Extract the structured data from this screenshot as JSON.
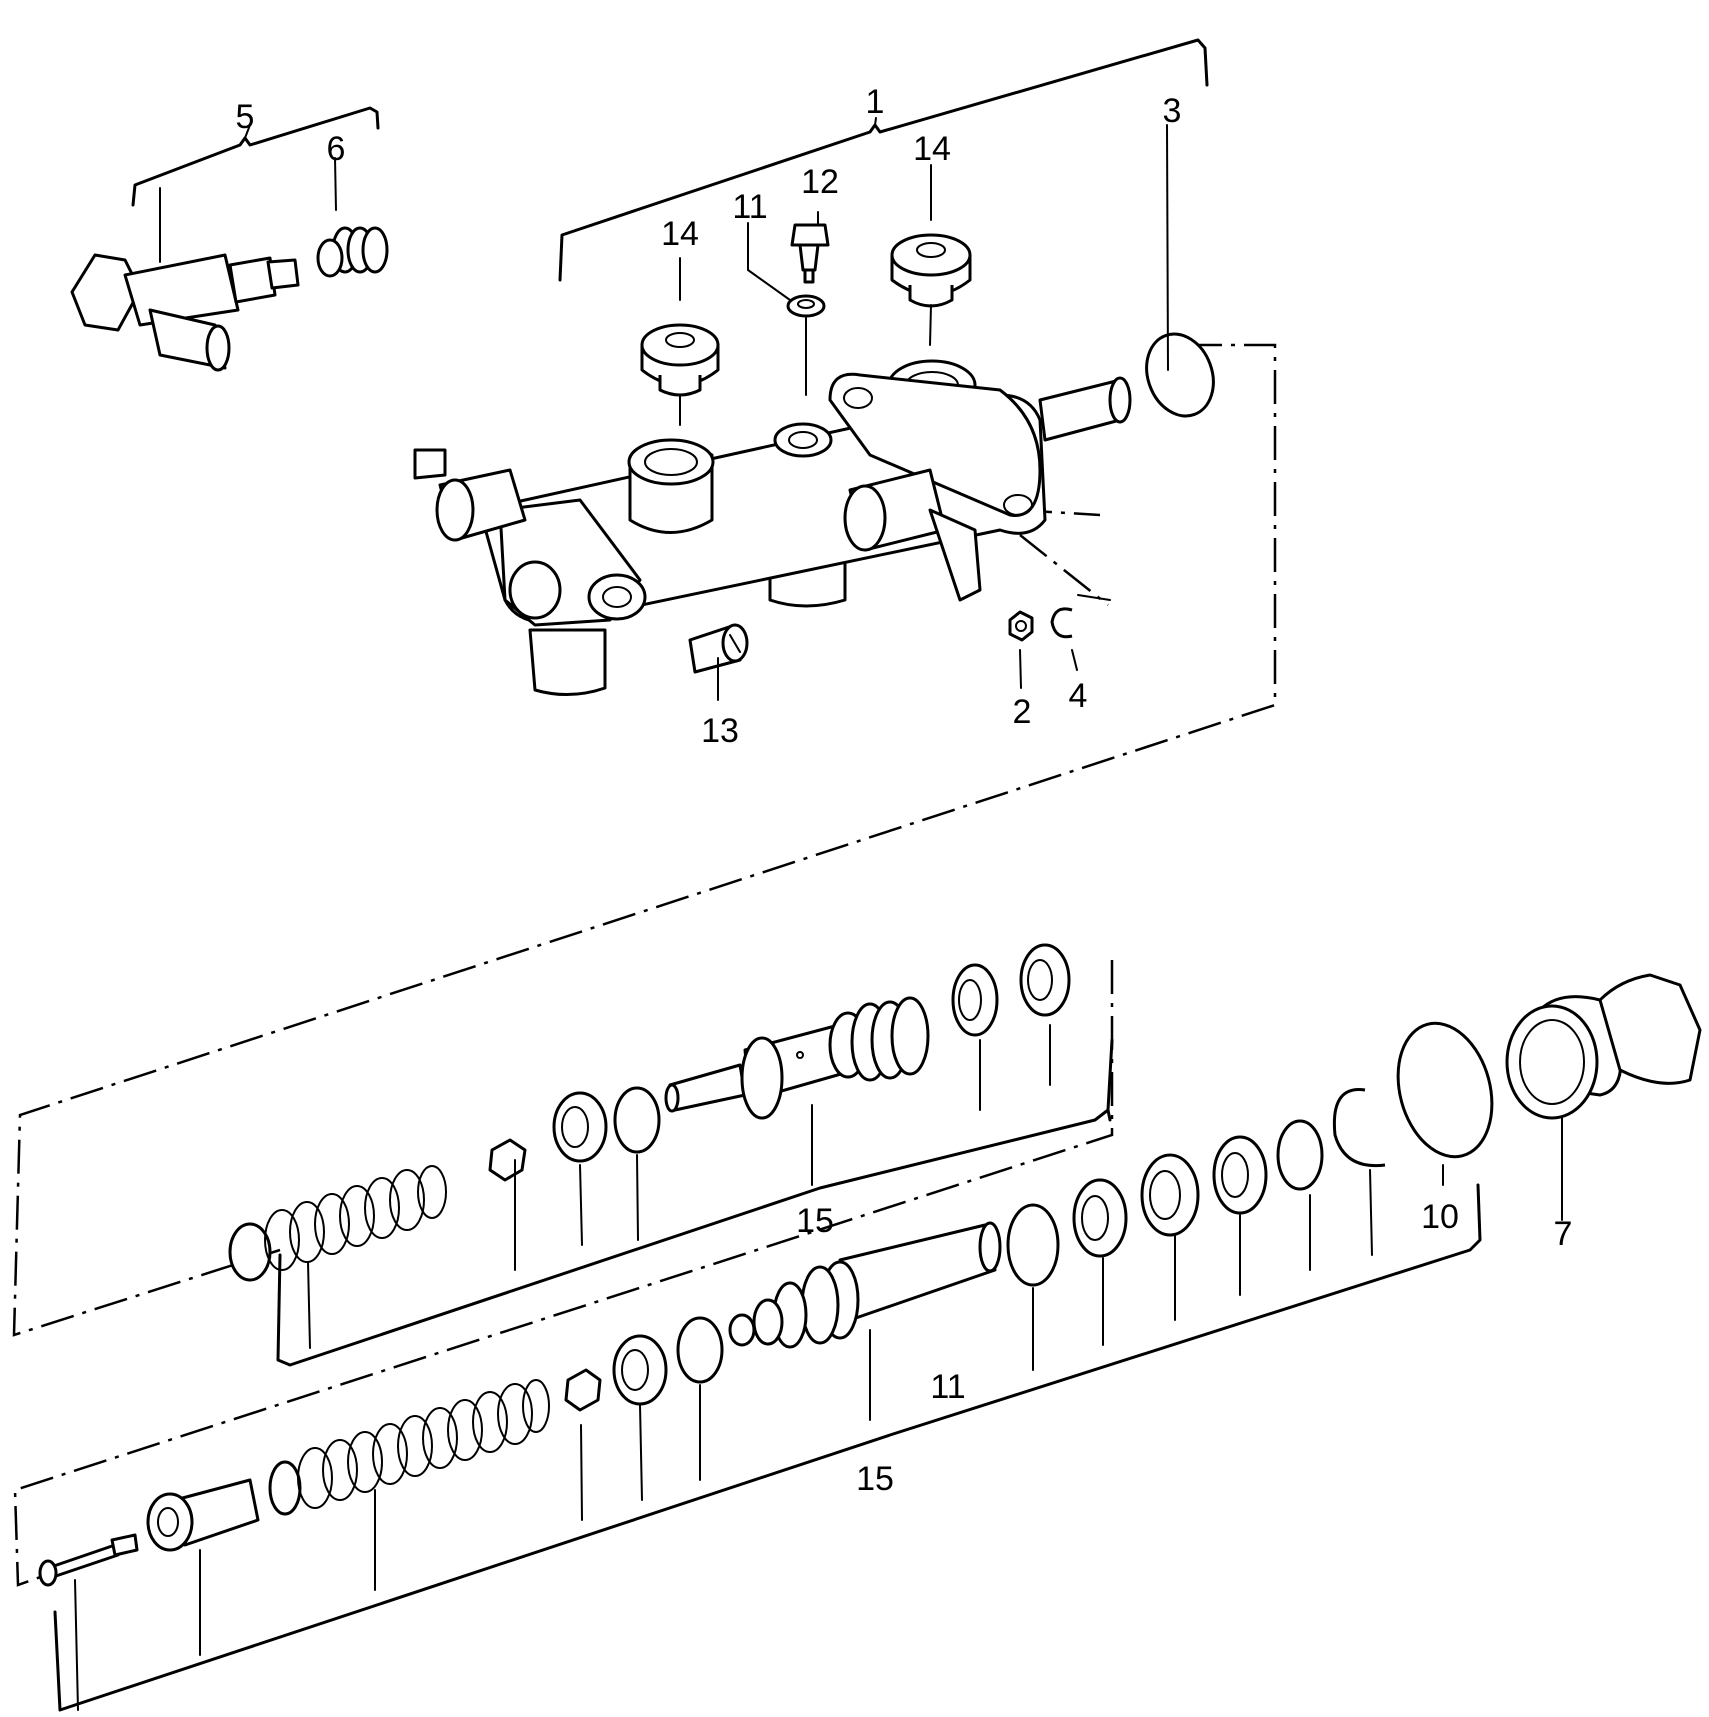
{
  "callouts": [
    {
      "id": "c1",
      "text": "1"
    },
    {
      "id": "c2",
      "text": "2"
    },
    {
      "id": "c3",
      "text": "3"
    },
    {
      "id": "c4",
      "text": "4"
    },
    {
      "id": "c5",
      "text": "5"
    },
    {
      "id": "c6",
      "text": "6"
    },
    {
      "id": "c7",
      "text": "7"
    },
    {
      "id": "c10",
      "text": "10"
    },
    {
      "id": "c11a",
      "text": "11"
    },
    {
      "id": "c11b",
      "text": "11"
    },
    {
      "id": "c12",
      "text": "12"
    },
    {
      "id": "c13",
      "text": "13"
    },
    {
      "id": "c14a",
      "text": "14"
    },
    {
      "id": "c14b",
      "text": "14"
    },
    {
      "id": "c15a",
      "text": "15"
    },
    {
      "id": "c15b",
      "text": "15"
    }
  ]
}
